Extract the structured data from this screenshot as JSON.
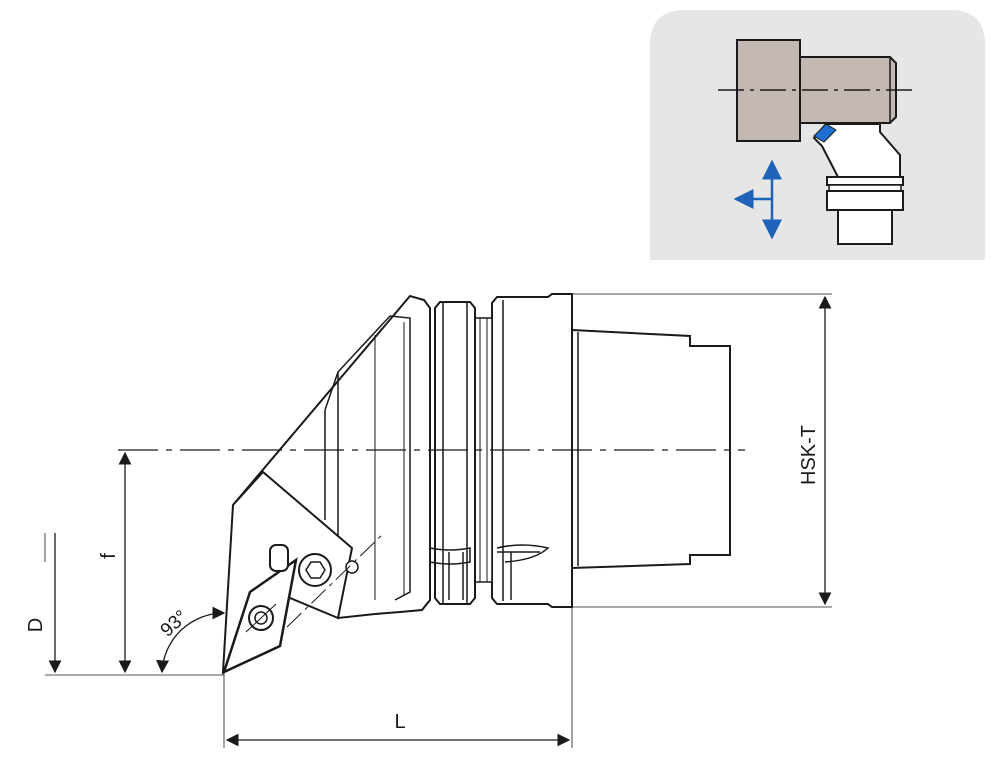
{
  "labels": {
    "D": "D",
    "f": "f",
    "L": "L",
    "hsk": "HSK-T",
    "angle": "93°"
  },
  "colors": {
    "outline": "#1a1a1a",
    "body_fill": "#ffffff",
    "inset_background": "#e6e6e6",
    "workpiece_fill": "#c3b9b2",
    "insert_blue": "#1d6fd1",
    "arrow_blue": "#1f63b8"
  },
  "inset": {
    "description_icons": [
      "workpiece",
      "tool-holder",
      "feed-direction-arrows"
    ]
  }
}
